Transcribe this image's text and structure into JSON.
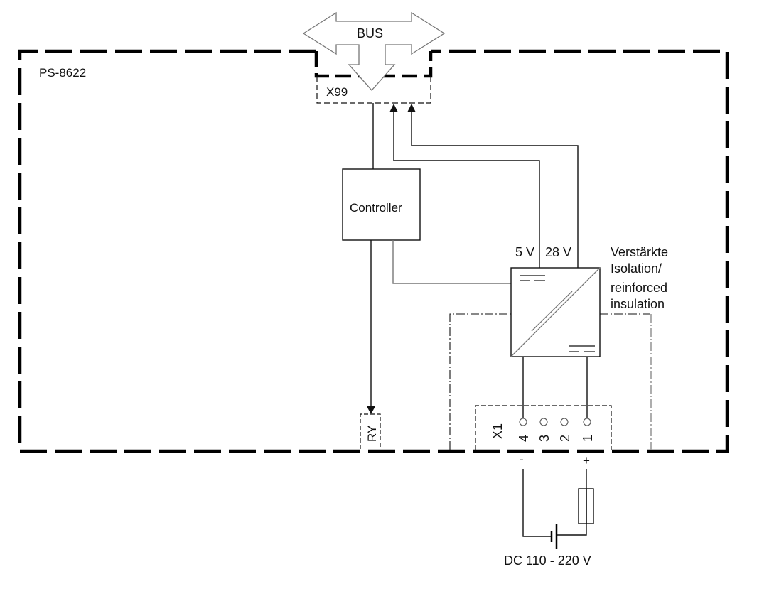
{
  "diagram": {
    "device_label": "PS-8622",
    "bus_label": "BUS",
    "connector_bus_label": "X99",
    "controller_label": "Controller",
    "relay_label": "RY",
    "converter": {
      "output_5v_label": "5 V",
      "output_28v_label": "28 V"
    },
    "isolation_note": {
      "line1": "Verstärkte",
      "line2": "Isolation/",
      "line3": "reinforced",
      "line4": "insulation"
    },
    "terminal_block": {
      "label": "X1",
      "pins": [
        "4",
        "3",
        "2",
        "1"
      ],
      "minus_label": "-",
      "plus_label": "+"
    },
    "supply_label": "DC 110 - 220 V"
  }
}
